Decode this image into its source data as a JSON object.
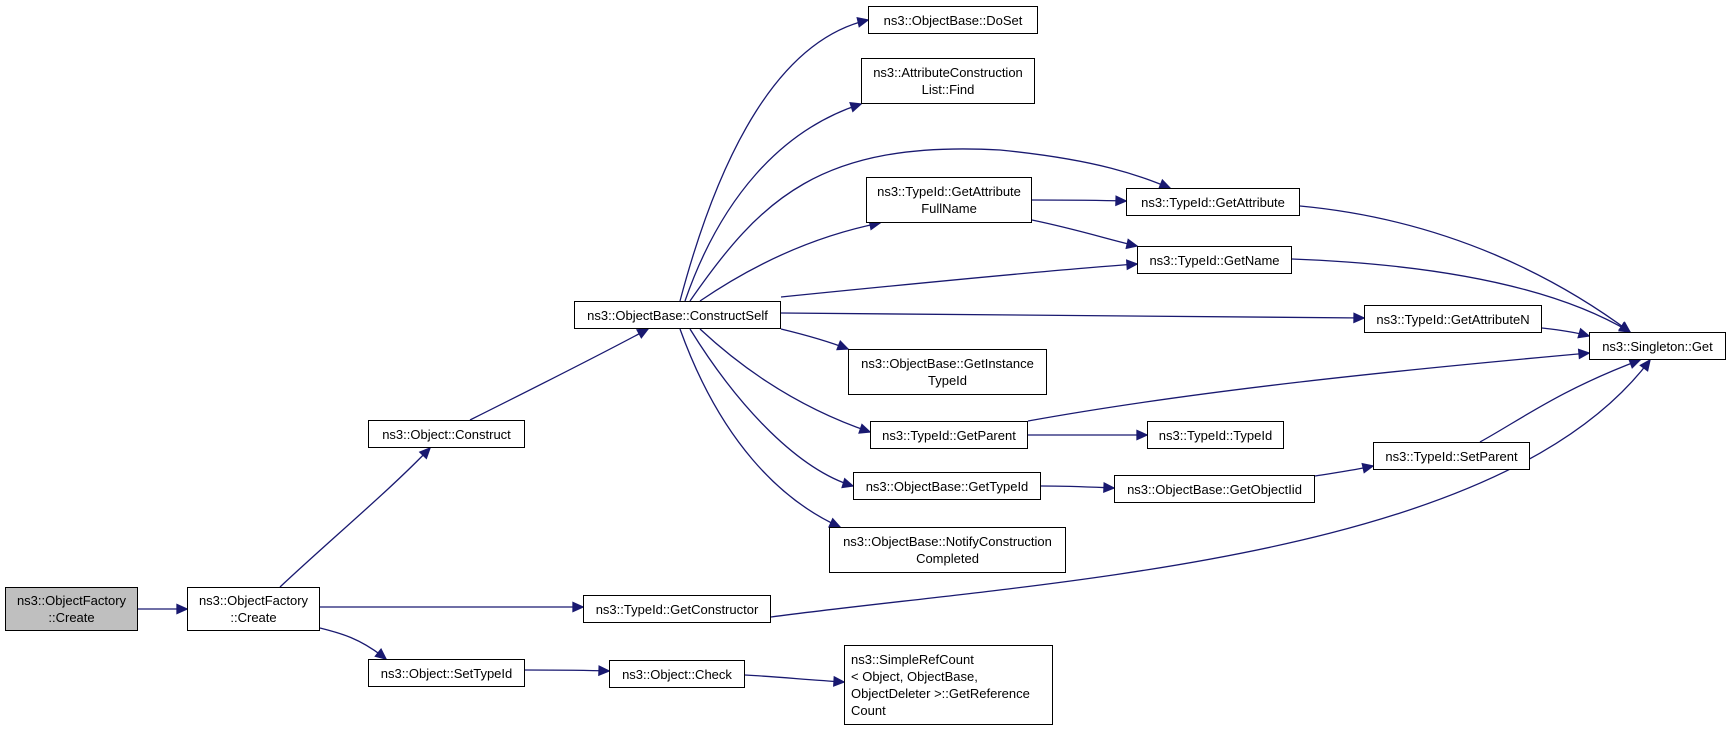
{
  "graph": {
    "edge_color": "#191970",
    "highlight_fill": "#bfbfbf",
    "nodes": [
      {
        "id": "n0",
        "lines": [
          "ns3::ObjectFactory",
          "::Create"
        ]
      },
      {
        "id": "n1",
        "lines": [
          "ns3::ObjectFactory",
          "::Create"
        ]
      },
      {
        "id": "n2",
        "lines": [
          "ns3::Object::Construct"
        ]
      },
      {
        "id": "n3",
        "lines": [
          "ns3::TypeId::GetConstructor"
        ]
      },
      {
        "id": "n4",
        "lines": [
          "ns3::Object::SetTypeId"
        ]
      },
      {
        "id": "n5",
        "lines": [
          "ns3::ObjectBase::ConstructSelf"
        ]
      },
      {
        "id": "n6",
        "lines": [
          "ns3::ObjectBase::DoSet"
        ]
      },
      {
        "id": "n7",
        "lines": [
          "ns3::AttributeConstruction",
          "List::Find"
        ]
      },
      {
        "id": "n8",
        "lines": [
          "ns3::TypeId::GetAttribute",
          "FullName"
        ]
      },
      {
        "id": "n9",
        "lines": [
          "ns3::TypeId::GetAttribute"
        ]
      },
      {
        "id": "n10",
        "lines": [
          "ns3::TypeId::GetName"
        ]
      },
      {
        "id": "n11",
        "lines": [
          "ns3::TypeId::GetAttributeN"
        ]
      },
      {
        "id": "n12",
        "lines": [
          "ns3::Singleton::Get"
        ]
      },
      {
        "id": "n13",
        "lines": [
          "ns3::ObjectBase::GetInstance",
          "TypeId"
        ]
      },
      {
        "id": "n14",
        "lines": [
          "ns3::TypeId::GetParent"
        ]
      },
      {
        "id": "n15",
        "lines": [
          "ns3::TypeId::TypeId"
        ]
      },
      {
        "id": "n16",
        "lines": [
          "ns3::ObjectBase::GetTypeId"
        ]
      },
      {
        "id": "n17",
        "lines": [
          "ns3::ObjectBase::GetObjectIid"
        ]
      },
      {
        "id": "n18",
        "lines": [
          "ns3::TypeId::SetParent"
        ]
      },
      {
        "id": "n19",
        "lines": [
          "ns3::ObjectBase::NotifyConstruction",
          "Completed"
        ]
      },
      {
        "id": "n20",
        "lines": [
          "ns3::Object::Check"
        ]
      },
      {
        "id": "n21",
        "lines": [
          "ns3::SimpleRefCount",
          "< Object, ObjectBase,",
          "ObjectDeleter >::GetReference",
          "Count"
        ]
      }
    ],
    "edges": [
      {
        "from": "n0",
        "to": "n1"
      },
      {
        "from": "n1",
        "to": "n2"
      },
      {
        "from": "n1",
        "to": "n3"
      },
      {
        "from": "n1",
        "to": "n4"
      },
      {
        "from": "n2",
        "to": "n5"
      },
      {
        "from": "n3",
        "to": "n12"
      },
      {
        "from": "n4",
        "to": "n20"
      },
      {
        "from": "n5",
        "to": "n6"
      },
      {
        "from": "n5",
        "to": "n7"
      },
      {
        "from": "n5",
        "to": "n8"
      },
      {
        "from": "n5",
        "to": "n9"
      },
      {
        "from": "n5",
        "to": "n10"
      },
      {
        "from": "n5",
        "to": "n11"
      },
      {
        "from": "n5",
        "to": "n13"
      },
      {
        "from": "n5",
        "to": "n14"
      },
      {
        "from": "n5",
        "to": "n16"
      },
      {
        "from": "n5",
        "to": "n19"
      },
      {
        "from": "n8",
        "to": "n9"
      },
      {
        "from": "n8",
        "to": "n10"
      },
      {
        "from": "n9",
        "to": "n12"
      },
      {
        "from": "n10",
        "to": "n12"
      },
      {
        "from": "n11",
        "to": "n12"
      },
      {
        "from": "n14",
        "to": "n12"
      },
      {
        "from": "n14",
        "to": "n15"
      },
      {
        "from": "n16",
        "to": "n17"
      },
      {
        "from": "n17",
        "to": "n18"
      },
      {
        "from": "n18",
        "to": "n12"
      },
      {
        "from": "n20",
        "to": "n21"
      }
    ]
  }
}
